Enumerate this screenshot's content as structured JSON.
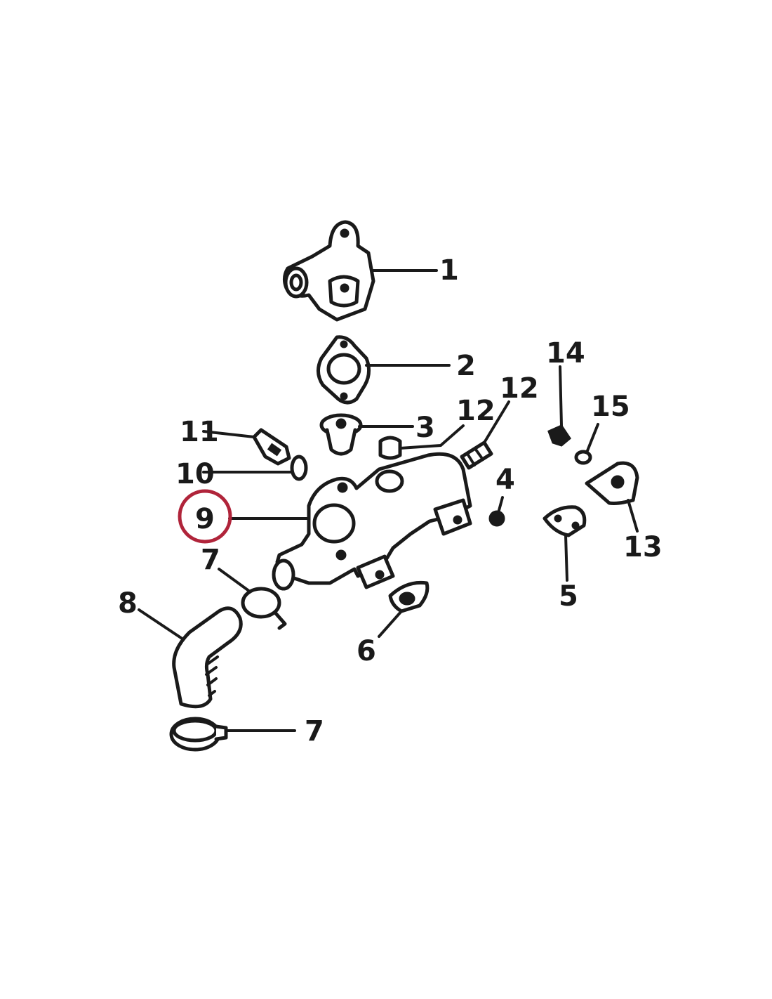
{
  "parts": [
    {
      "id": "1",
      "label": "1"
    },
    {
      "id": "2",
      "label": "2"
    },
    {
      "id": "3",
      "label": "3"
    },
    {
      "id": "4",
      "label": "4"
    },
    {
      "id": "5",
      "label": "5"
    },
    {
      "id": "6",
      "label": "6"
    },
    {
      "id": "7a",
      "label": "7"
    },
    {
      "id": "7b",
      "label": "7"
    },
    {
      "id": "8",
      "label": "8"
    },
    {
      "id": "9",
      "label": "9"
    },
    {
      "id": "10",
      "label": "10"
    },
    {
      "id": "11",
      "label": "11"
    },
    {
      "id": "12a",
      "label": "12"
    },
    {
      "id": "12b",
      "label": "12"
    },
    {
      "id": "13",
      "label": "13"
    },
    {
      "id": "14",
      "label": "14"
    },
    {
      "id": "15",
      "label": "15"
    }
  ],
  "highlighted_part": "9",
  "colors": {
    "line": "#1a1a1a",
    "highlight": "#b0243a",
    "background": "#ffffff"
  }
}
